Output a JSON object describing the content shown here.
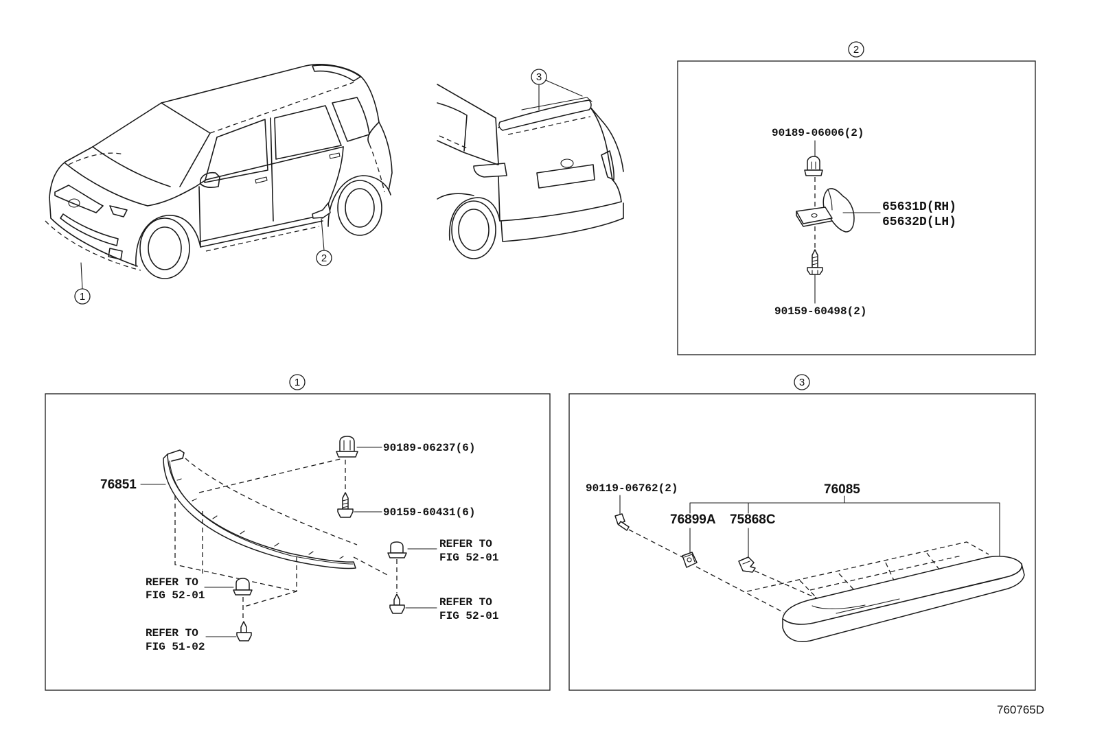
{
  "overview": {
    "callout_1": "1",
    "callout_2": "2",
    "callout_3": "3"
  },
  "panel_1": {
    "header": "1",
    "main_part": "76851",
    "upper_clip": "90189-06237(6)",
    "upper_screw": "90159-60431(6)",
    "refs": [
      {
        "line1": "REFER TO",
        "line2": "FIG 52-01"
      },
      {
        "line1": "REFER TO",
        "line2": "FIG 52-01"
      },
      {
        "line1": "REFER TO",
        "line2": "FIG 52-01"
      },
      {
        "line1": "REFER TO",
        "line2": "FIG 51-02"
      }
    ]
  },
  "panel_2": {
    "header": "2",
    "top_part": "90189-06006(2)",
    "part_rh": "65631D(RH)",
    "part_lh": "65632D(LH)",
    "bottom_part": "90159-60498(2)"
  },
  "panel_3": {
    "header": "3",
    "assembly": "76085",
    "screw": "90119-06762(2)",
    "sub_part_a": "76899A",
    "sub_part_b": "75868C"
  },
  "illustration_code": "760765D"
}
